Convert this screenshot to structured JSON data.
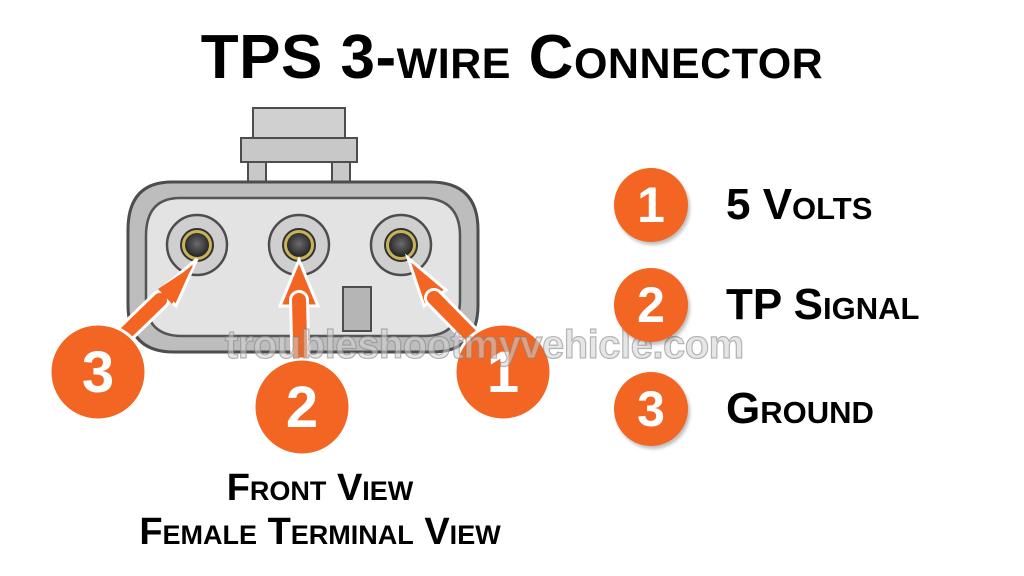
{
  "title": "TPS 3-wire Connector",
  "terminals": [
    {
      "number": "1",
      "label": "5 Volts"
    },
    {
      "number": "2",
      "label": "TP Signal"
    },
    {
      "number": "3",
      "label": "Ground"
    }
  ],
  "caption": {
    "line1": "Front View",
    "line2": "Female Terminal View"
  },
  "watermark": "troubleshootmyvehicle.com",
  "colors": {
    "accent": "#f26522",
    "connector_body": "#d9d9d9",
    "connector_outline": "#4d4d4d"
  }
}
